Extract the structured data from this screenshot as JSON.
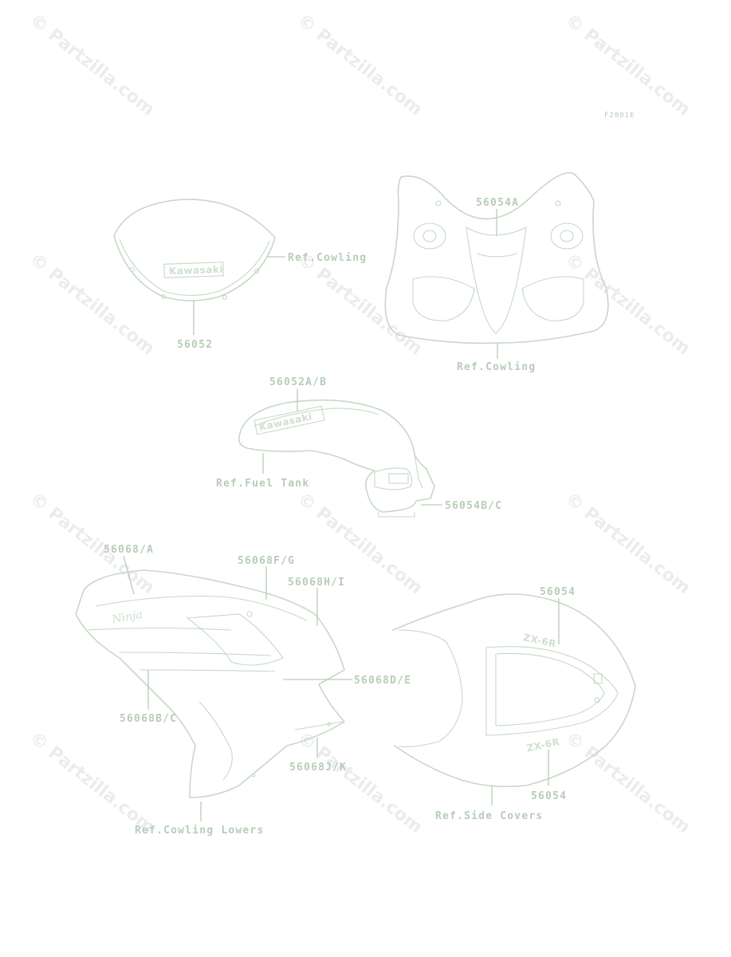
{
  "watermark": {
    "text": "© Partzilla.com"
  },
  "figure_code": "F2001E",
  "decal_text": {
    "kawasaki": "Kawasaki",
    "ninja": "Ninja",
    "zx6r": "ZX-6R"
  },
  "labels": {
    "windshield_part": "56052",
    "windshield_ref": "Ref.Cowling",
    "upper_cowl_part": "56054A",
    "upper_cowl_ref": "Ref.Cowling",
    "tank_part": "56052A/B",
    "tank_ref": "Ref.Fuel Tank",
    "tank_side_part": "56054B/C",
    "lower_a": "56068/A",
    "lower_fg": "56068F/G",
    "lower_hi": "56068H/I",
    "lower_de": "56068D/E",
    "lower_bc": "56068B/C",
    "lower_jk": "56068J/K",
    "lower_ref": "Ref.Cowling Lowers",
    "tail_top_part": "56054",
    "tail_bottom_part": "56054",
    "tail_ref": "Ref.Side Covers"
  }
}
